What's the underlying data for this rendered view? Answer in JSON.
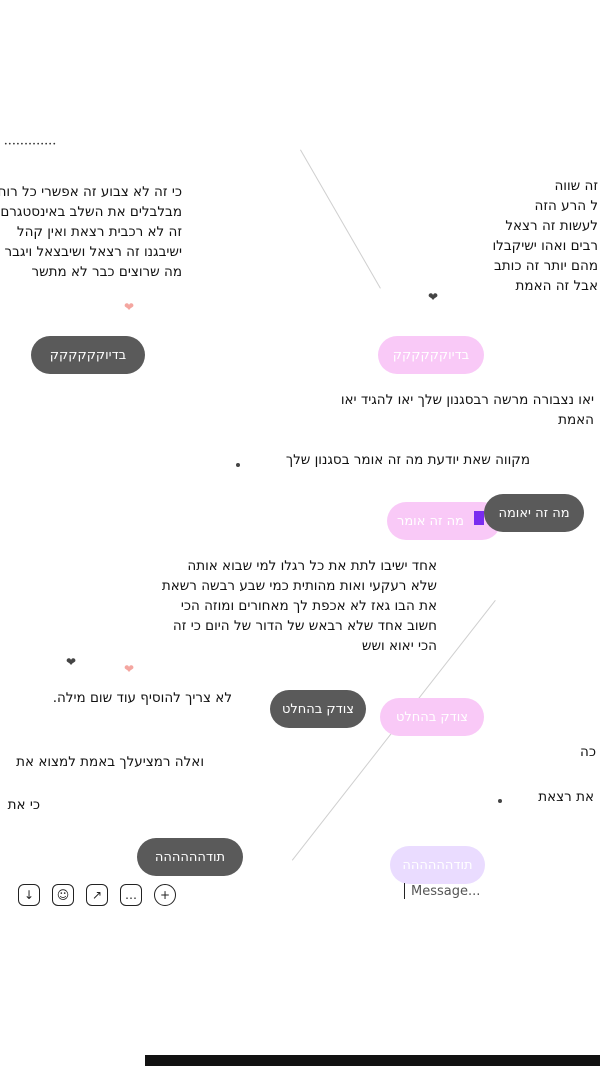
{
  "caption": "•••••••••••••",
  "left_message_1": {
    "lines": [
      "כי זה לא צבוע זה אפשרי כל רוח",
      "מבלבלים את השלב באינסטגרם",
      "זה לא רכבית רצאת ואין קהל",
      "ישיבגנו זה רצאל ושיבצאל ויגבר",
      "מה שרוצים כבר לא מתשר"
    ]
  },
  "right_message_1": {
    "lines": [
      "זה שווה",
      "ל הרע הזה",
      "לעשות זה רצאל",
      "רבים ואהו ישיקבלו",
      "מהם יותר זה כותב",
      "אבל זה האמת"
    ]
  },
  "pill_left_1": "בדיוקקקקקק",
  "pill_right_1": "בדיוקקקקקק",
  "mid_message_1": {
    "lines": [
      "יאו נצבורה מרשה רבסגנון שלך יאו להגיד יאו",
      "האמת"
    ]
  },
  "mid_message_2": "מקווה שאת יודעת מה זה אומר בסגנון שלך",
  "pill_dark_2": "מה זה יאומה",
  "pill_pink_2": "מה זה אומר",
  "long_message": {
    "lines": [
      "אחד ישיבו לתת את כל רגלו למי שבוא אותה",
      "שלא רעקעי ואות מהותית כמי שבע רבשה רשאת",
      "את הבו גאז לא אכפת לך מאחורים ומוזה הכי",
      "חשוב אחד שלא רבאש של הדור של היום כי זה",
      "הכי יאוא ושש"
    ]
  },
  "no_more_words": "לא צריך להוסיף עוד שום מילה.",
  "pill_dark_3": "צודק בהחלט",
  "pill_pink_3": "צודק בהחלט",
  "right_short_1": "כה",
  "left_msg_4": "ואלה רמציעלך באמת למצוא את",
  "left_msg_5": "כי את",
  "right_msg_5": "את רצאת",
  "pill_dark_4": "תודהההההה",
  "pill_lav_4": "תודהההההה",
  "message_input": {
    "placeholder": "Message..."
  },
  "toolbar": {
    "icons": [
      "plus-icon",
      "chat-icon",
      "image-icon",
      "sticker-icon",
      "mic-icon"
    ],
    "glyphs": [
      "+",
      "…",
      "↗",
      "☺",
      "↓"
    ]
  },
  "colors": {
    "pill_dark": "#5a5a5a",
    "pill_pink": "#f9c9f7",
    "pill_lavender": "#eadcff",
    "accent_purple": "#7a2cf0"
  }
}
